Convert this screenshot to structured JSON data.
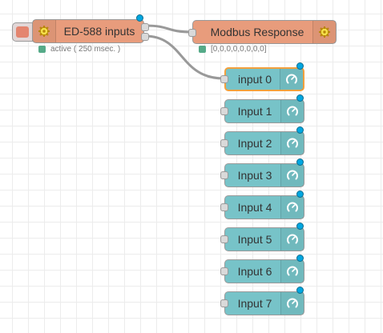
{
  "nodes": {
    "source": {
      "label": "ED-588 inputs",
      "status": "active ( 250 msec. )",
      "color": "#e89c7c",
      "icon": "gear-icon"
    },
    "response": {
      "label": "Modbus Response",
      "status": "[0,0,0,0,0,0,0,0]",
      "color": "#e89c7c",
      "icon": "gear-icon"
    },
    "gauges": [
      {
        "label": "input 0",
        "selected": true
      },
      {
        "label": "Input 1"
      },
      {
        "label": "Input 2"
      },
      {
        "label": "Input 3"
      },
      {
        "label": "Input 4"
      },
      {
        "label": "Input 5"
      },
      {
        "label": "Input 6"
      },
      {
        "label": "Input 7"
      }
    ],
    "gauge_color": "#77c3c8",
    "gauge_icon": "gauge-icon"
  }
}
